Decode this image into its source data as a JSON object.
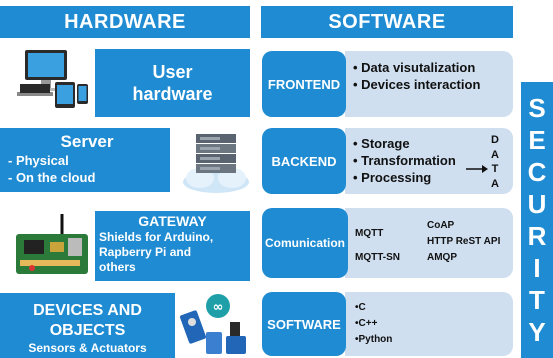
{
  "header": {
    "hardware": "HARDWARE",
    "software": "SOFTWARE"
  },
  "hardware": {
    "user": {
      "line1": "User",
      "line2": "hardware"
    },
    "server": {
      "title": "Server",
      "items": [
        "- Physical",
        "- On the cloud"
      ]
    },
    "gateway": {
      "title": "GATEWAY",
      "lines": [
        "Shields for Arduino,",
        "Rapberry Pi and",
        "others"
      ]
    },
    "devices": {
      "line1": "DEVICES AND",
      "line2": "OBJECTS",
      "line3": "Sensors & Actuators"
    }
  },
  "software": {
    "frontend": {
      "label": "FRONTEND",
      "items": [
        "• Data visutalization",
        "• Devices interaction"
      ]
    },
    "backend": {
      "label": "BACKEND",
      "items": [
        "• Storage",
        "• Transformation",
        "• Processing"
      ],
      "data_letters": [
        "D",
        "A",
        "T",
        "A"
      ]
    },
    "communication": {
      "label": "Comunication",
      "col1": [
        "MQTT",
        "MQTT-SN"
      ],
      "col2": [
        "CoAP",
        "HTTP ReST API",
        "AMQP"
      ]
    },
    "software": {
      "label": "SOFTWARE",
      "items": [
        "•C",
        "•C++",
        "•Python"
      ]
    }
  },
  "security": {
    "letters": [
      "S",
      "E",
      "C",
      "U",
      "R",
      "I",
      "T",
      "Y"
    ]
  },
  "colors": {
    "primary_blue": "#1e8bd2",
    "light_box": "#cfdff0"
  }
}
